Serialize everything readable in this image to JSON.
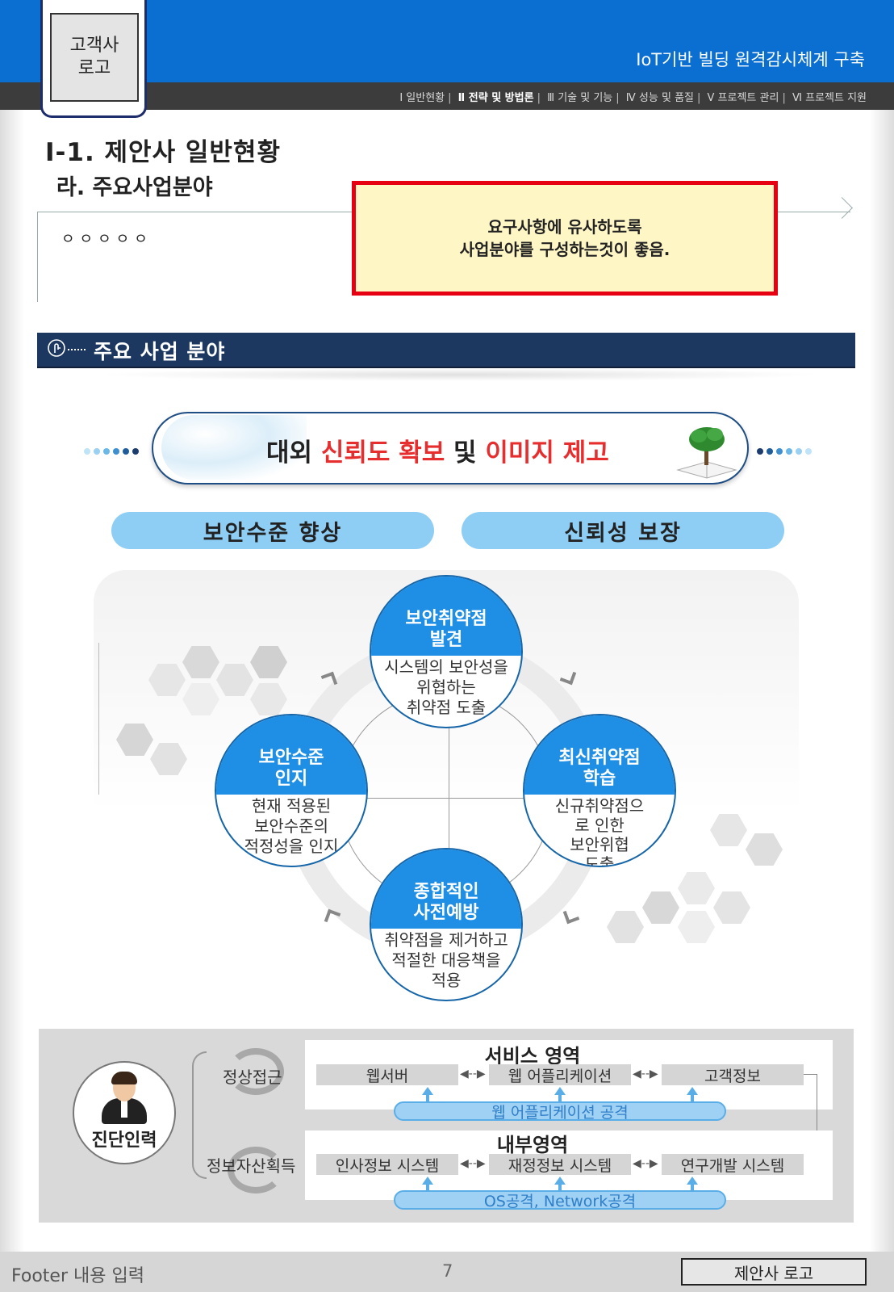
{
  "header": {
    "client_logo": "고객사\n로고",
    "doc_title": "IoT기반 빌딩 원격감시체계 구축",
    "nav": [
      "Ⅰ 일반현황",
      "Ⅱ 전략 및 방법론",
      "Ⅲ 기술 및 기능",
      "Ⅳ 성능 및 품질",
      "Ⅴ 프로젝트 관리",
      "Ⅵ 프로젝트 지원"
    ],
    "nav_current_index": 1
  },
  "section": {
    "title": "Ⅰ-1. 제안사 일반현황",
    "subtitle": "라. 주요사업분야",
    "bullets": "ㅇㅇㅇㅇㅇ"
  },
  "note": {
    "line1": "요구사항에 유사하도록",
    "line2": "사업분야를 구성하는것이 좋음."
  },
  "banner": {
    "label": "주요 사업 분야"
  },
  "headline": {
    "part1": "대외 ",
    "part2": "신뢰도 확보",
    "part3": " 및 ",
    "part4": "이미지 제고"
  },
  "categories": {
    "left": "보안수준 향상",
    "right": "신뢰성 보장"
  },
  "nodes": {
    "top": {
      "title": "보안취약점\n발견",
      "body": "시스템의 보안성을\n위협하는\n취약점 도출"
    },
    "left": {
      "title": "보안수준\n인지",
      "body": "현재 적용된\n보안수준의\n적정성을 인지"
    },
    "right": {
      "title": "최신취약점\n학습",
      "body": "신규취약점으\n로 인한\n보안위협\n도출"
    },
    "bottom": {
      "title": "종합적인\n사전예방",
      "body": "취약점을 제거하고\n적절한 대응책을\n적용"
    }
  },
  "bottom": {
    "person_label": "진단인력",
    "normal_access": "정상접근",
    "asset_acquire": "정보자산획득",
    "service_zone": {
      "title": "서비스 영역",
      "boxes": [
        "웹서버",
        "웹 어플리케이션",
        "고객정보"
      ],
      "attack": "웹 어플리케이션 공격"
    },
    "internal_zone": {
      "title": "내부영역",
      "boxes": [
        "인사정보 시스템",
        "재정정보 시스템",
        "연구개발 시스템"
      ],
      "attack": "OS공격, Network공격"
    }
  },
  "footer": {
    "text": "Footer 내용 입력",
    "page": "7",
    "vendor_logo": "제안사 로고"
  },
  "colors": {
    "header_blue": "#0a6fd1",
    "banner_navy": "#1c3860",
    "node_blue": "#1f8fe6",
    "accent_red": "#e62e2e",
    "pill_blue": "#8ecdf4"
  }
}
